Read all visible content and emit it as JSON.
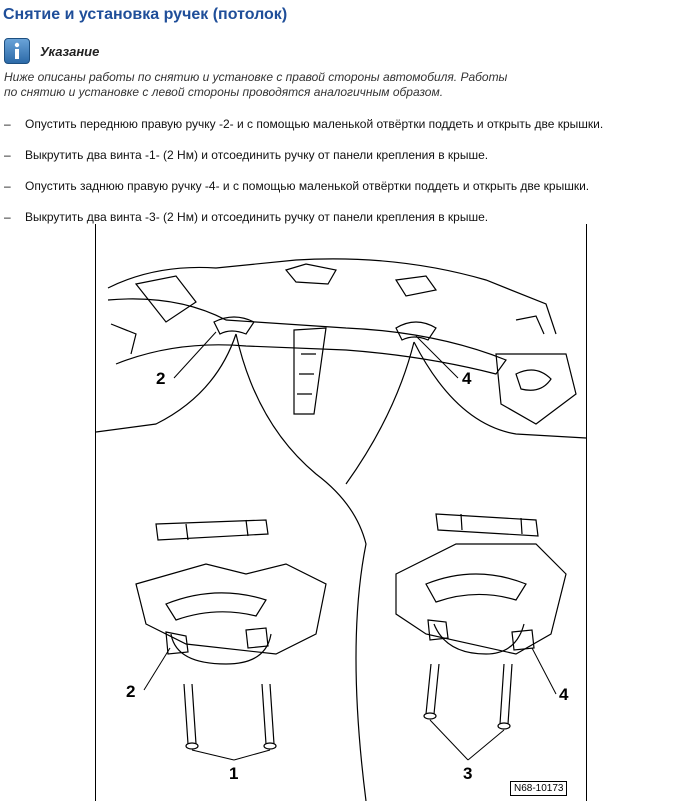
{
  "title": "Снятие и установка ручек (потолок)",
  "note": {
    "label": "Указание",
    "icon": "info-icon",
    "lines": [
      "Ниже описаны работы по снятию и установке с правой стороны автомобиля. Работы",
      "по снятию и установке с левой стороны проводятся аналогичным образом."
    ]
  },
  "steps": [
    {
      "dash": "–",
      "text": "Опустить переднюю правую ручку -2- и с помощью маленькой отвёртки поддеть и открыть две крышки."
    },
    {
      "dash": "–",
      "text": "Выкрутить два винта -1- (2 Нм) и отсоединить ручку от панели крепления в крыше."
    },
    {
      "dash": "–",
      "text": "Опустить заднюю правую ручку -4- и с помощью маленькой отвёртки поддеть и открыть две крышки."
    },
    {
      "dash": "–",
      "text": "Выкрутить два винта -3- (2 Нм) и отсоединить ручку от панели крепления в крыше."
    }
  ],
  "figure": {
    "labels": {
      "l2_top": "2",
      "l4_top": "4",
      "l2_bottom": "2",
      "l4_bottom": "4",
      "l1": "1",
      "l3": "3"
    },
    "ref": "N68-10173"
  }
}
